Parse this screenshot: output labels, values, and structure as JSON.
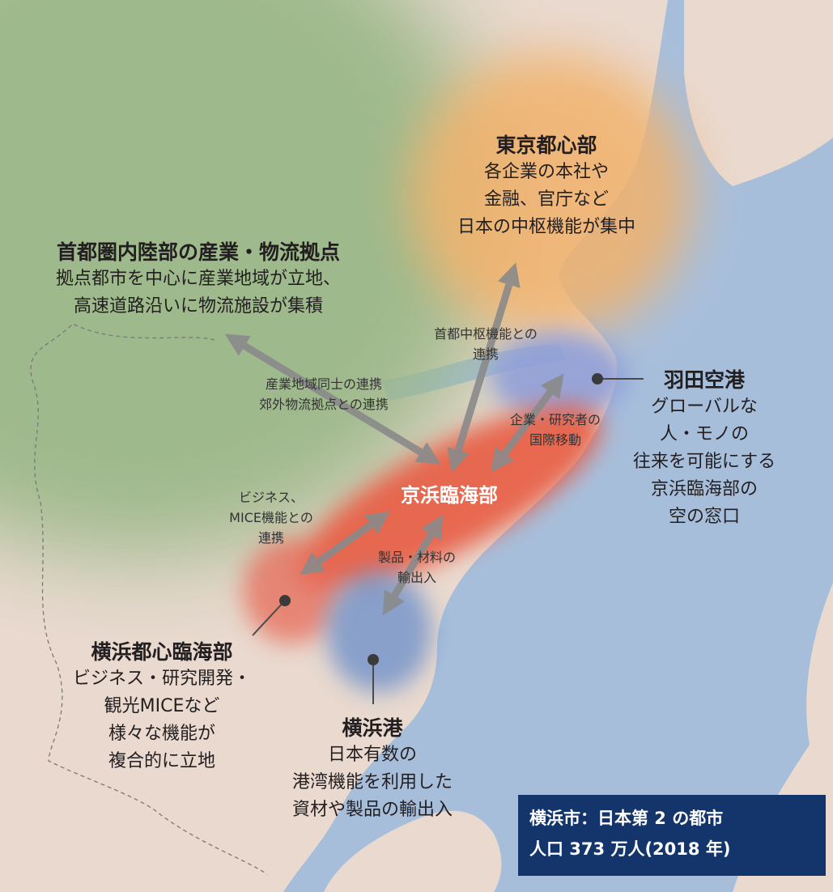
{
  "colors": {
    "sea": "#a7bedb",
    "land": "#e9d9cf",
    "green": "#9bb889",
    "tokyo_glow": "#f2b26c",
    "haneda_glow": "#8f9fd8",
    "keihin": "#e8553a",
    "yokohama_glow": "#e76a58",
    "port_glow": "#6f92c9",
    "arrow": "#8a8a8a",
    "info_bg": "#13356b"
  },
  "regions": {
    "tokyo": {
      "title": "東京都心部",
      "lines": [
        "各企業の本社や",
        "金融、官庁など",
        "日本の中枢機能が集中"
      ]
    },
    "inland": {
      "title": "首都圏内陸部の産業・物流拠点",
      "lines": [
        "拠点都市を中心に産業地域が立地、",
        "高速道路沿いに物流施設が集積"
      ]
    },
    "haneda": {
      "title": "羽田空港",
      "lines": [
        "グローバルな",
        "人・モノの",
        "往来を可能にする",
        "京浜臨海部の",
        "空の窓口"
      ]
    },
    "keihin": {
      "title": "京浜臨海部"
    },
    "yokohama_center": {
      "title": "横浜都心臨海部",
      "lines": [
        "ビジネス・研究開発・",
        "観光MICEなど",
        "様々な機能が",
        "複合的に立地"
      ]
    },
    "yokohama_port": {
      "title": "横浜港",
      "lines": [
        "日本有数の",
        "港湾機能を利用した",
        "資材や製品の輸出入"
      ]
    }
  },
  "connections": {
    "tokyo": [
      "首都中枢機能との",
      "連携"
    ],
    "inland": [
      "産業地域同士の連携",
      "郊外物流拠点との連携"
    ],
    "haneda": [
      "企業・研究者の",
      "国際移動"
    ],
    "yokohama_center": [
      "ビジネス、",
      "MICE機能との",
      "連携"
    ],
    "yokohama_port": [
      "製品・材料の",
      "輸出入"
    ]
  },
  "info_box": {
    "line1": "横浜市：日本第 2 の都市",
    "line2": "人口 373 万人(2018 年)"
  }
}
